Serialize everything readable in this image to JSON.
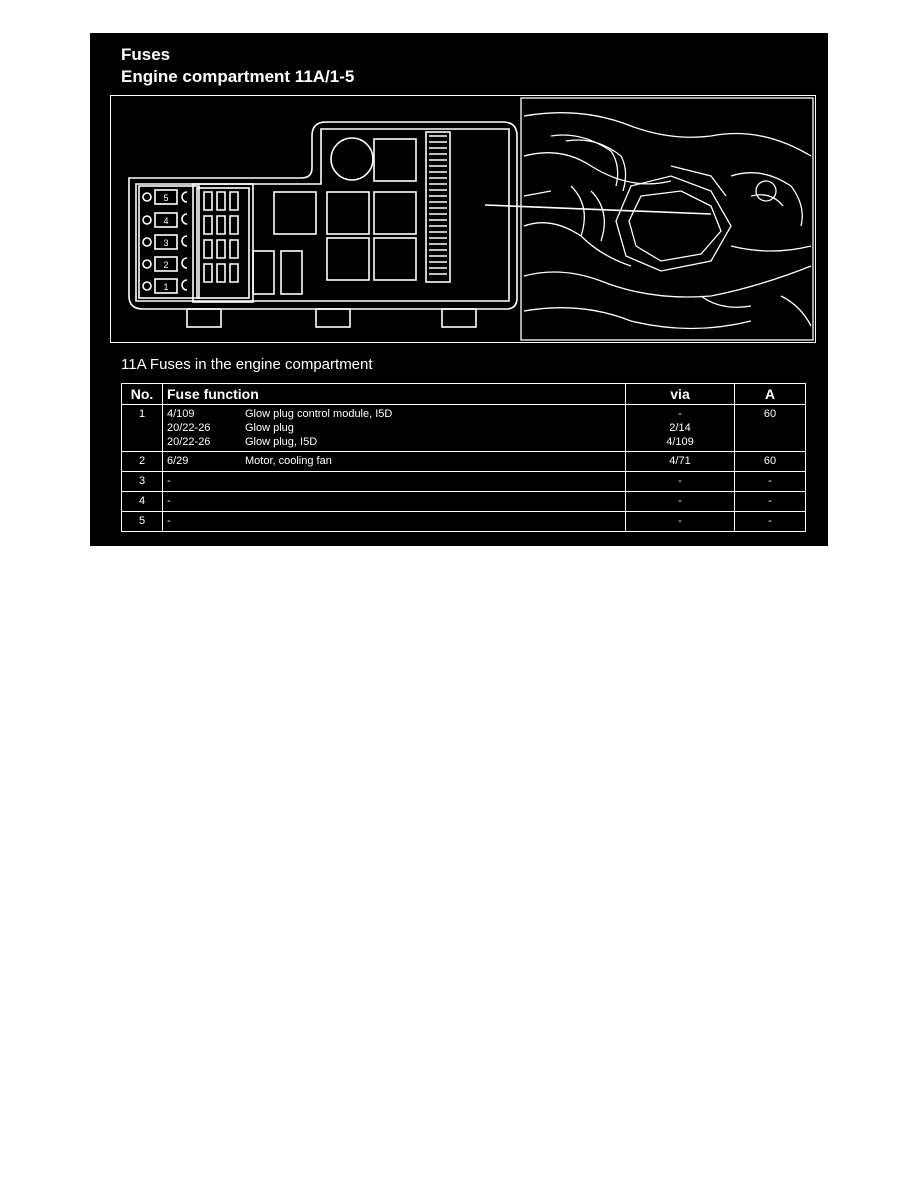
{
  "header": {
    "title": "Fuses",
    "subtitle": "Engine compartment 11A/1-5"
  },
  "diagram": {
    "fuse_numbers": [
      "5",
      "4",
      "3",
      "2",
      "1"
    ]
  },
  "table": {
    "title": "11A Fuses in the engine compartment",
    "headers": {
      "no": "No.",
      "function": "Fuse function",
      "via": "via",
      "amp": "A"
    },
    "rows": [
      {
        "no": "1",
        "lines": [
          {
            "code": "4/109",
            "desc": "Glow plug control module, I5D",
            "via": "-"
          },
          {
            "code": "20/22-26",
            "desc": "Glow plug",
            "via": "2/14"
          },
          {
            "code": "20/22-26",
            "desc": "Glow plug, I5D",
            "via": "4/109"
          }
        ],
        "amp": "60"
      },
      {
        "no": "2",
        "lines": [
          {
            "code": "6/29",
            "desc": "Motor, cooling fan",
            "via": "4/71"
          }
        ],
        "amp": "60"
      },
      {
        "no": "3",
        "lines": [
          {
            "code": "-",
            "desc": "",
            "via": "-"
          }
        ],
        "amp": "-"
      },
      {
        "no": "4",
        "lines": [
          {
            "code": "-",
            "desc": "",
            "via": "-"
          }
        ],
        "amp": "-"
      },
      {
        "no": "5",
        "lines": [
          {
            "code": "-",
            "desc": "",
            "via": "-"
          }
        ],
        "amp": "-"
      }
    ]
  }
}
